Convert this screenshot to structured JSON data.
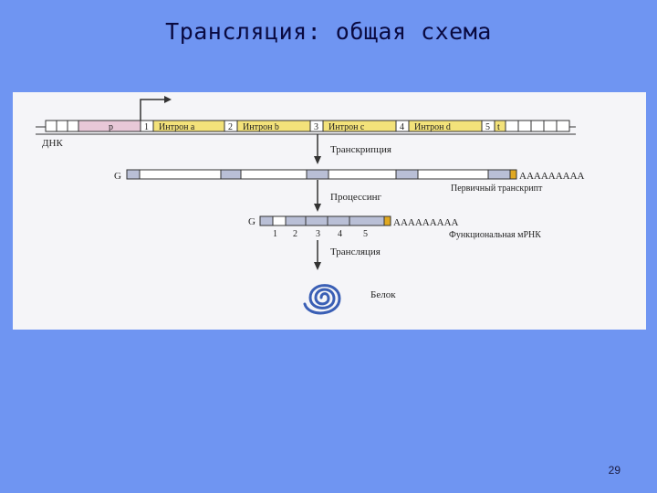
{
  "slide": {
    "title": "Трансляция: общая схема",
    "page_number": "29"
  },
  "diagram": {
    "dna_label": "ДНК",
    "promoter_label": "p",
    "exon_numbers": [
      "1",
      "2",
      "3",
      "4",
      "5"
    ],
    "intron_labels": [
      "Интрон a",
      "Интрон b",
      "Интрон c",
      "Интрон d"
    ],
    "terminator_label": "t",
    "step_transcription": "Транскрипция",
    "cap_label": "G",
    "polyA": "AAAAAAAAA",
    "primary_transcript_label": "Первичный транскрипт",
    "step_processing": "Процессинг",
    "mrna_label": "Функциональная мРНК",
    "step_translation": "Трансляция",
    "protein_label": "Белок",
    "colors": {
      "promoter": "#e8c8d8",
      "intron": "#f3e27a",
      "exon": "#b9bfd6",
      "polyA_box": "#e0a820",
      "background": "#6f95f2"
    }
  }
}
